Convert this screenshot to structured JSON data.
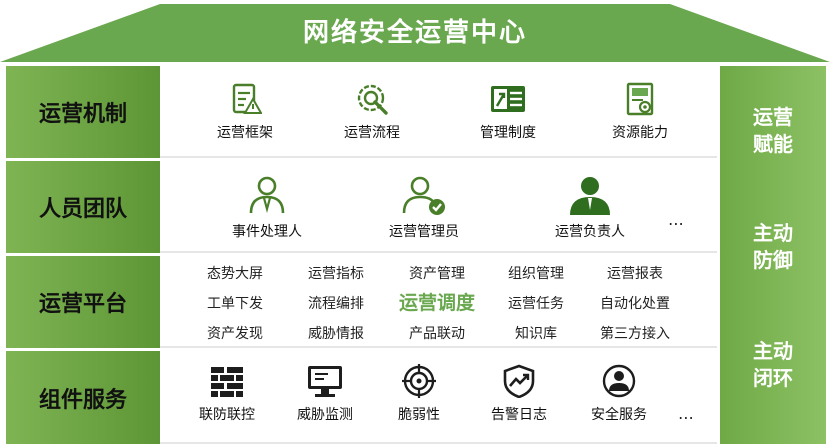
{
  "header": {
    "title": "网络安全运营中心"
  },
  "rows": {
    "mechanism": {
      "label": "运营机制",
      "items": [
        {
          "label": "运营框架",
          "icon": "document-warning-icon"
        },
        {
          "label": "运营流程",
          "icon": "process-gear-icon"
        },
        {
          "label": "管理制度",
          "icon": "tools-list-icon"
        },
        {
          "label": "资源能力",
          "icon": "certificate-icon"
        }
      ]
    },
    "team": {
      "label": "人员团队",
      "items": [
        {
          "label": "事件处理人",
          "icon": "person-outline-icon"
        },
        {
          "label": "运营管理员",
          "icon": "person-check-icon"
        },
        {
          "label": "运营负责人",
          "icon": "person-tie-icon"
        }
      ],
      "more": "⋯"
    },
    "platform": {
      "label": "运营平台",
      "center": "运营调度",
      "grid": [
        [
          "态势大屏",
          "运营指标",
          "资产管理",
          "组织管理",
          "运营报表"
        ],
        [
          "工单下发",
          "流程编排",
          "运营任务",
          "自动化处置"
        ],
        [
          "资产发现",
          "威胁情报",
          "产品联动",
          "知识库",
          "第三方接入"
        ]
      ]
    },
    "services": {
      "label": "组件服务",
      "items": [
        {
          "label": "联防联控",
          "icon": "firewall-icon"
        },
        {
          "label": "威胁监测",
          "icon": "monitor-icon"
        },
        {
          "label": "脆弱性",
          "icon": "target-icon"
        },
        {
          "label": "告警日志",
          "icon": "shield-trend-icon"
        },
        {
          "label": "安全服务",
          "icon": "person-badge-icon"
        }
      ],
      "more": "⋯"
    }
  },
  "side": [
    "运营\n赋能",
    "主动\n防御",
    "主动\n闭环"
  ],
  "colors": {
    "green_dark": "#5d9636",
    "green_light": "#8cc164",
    "accent_text": "#6aa84f"
  }
}
